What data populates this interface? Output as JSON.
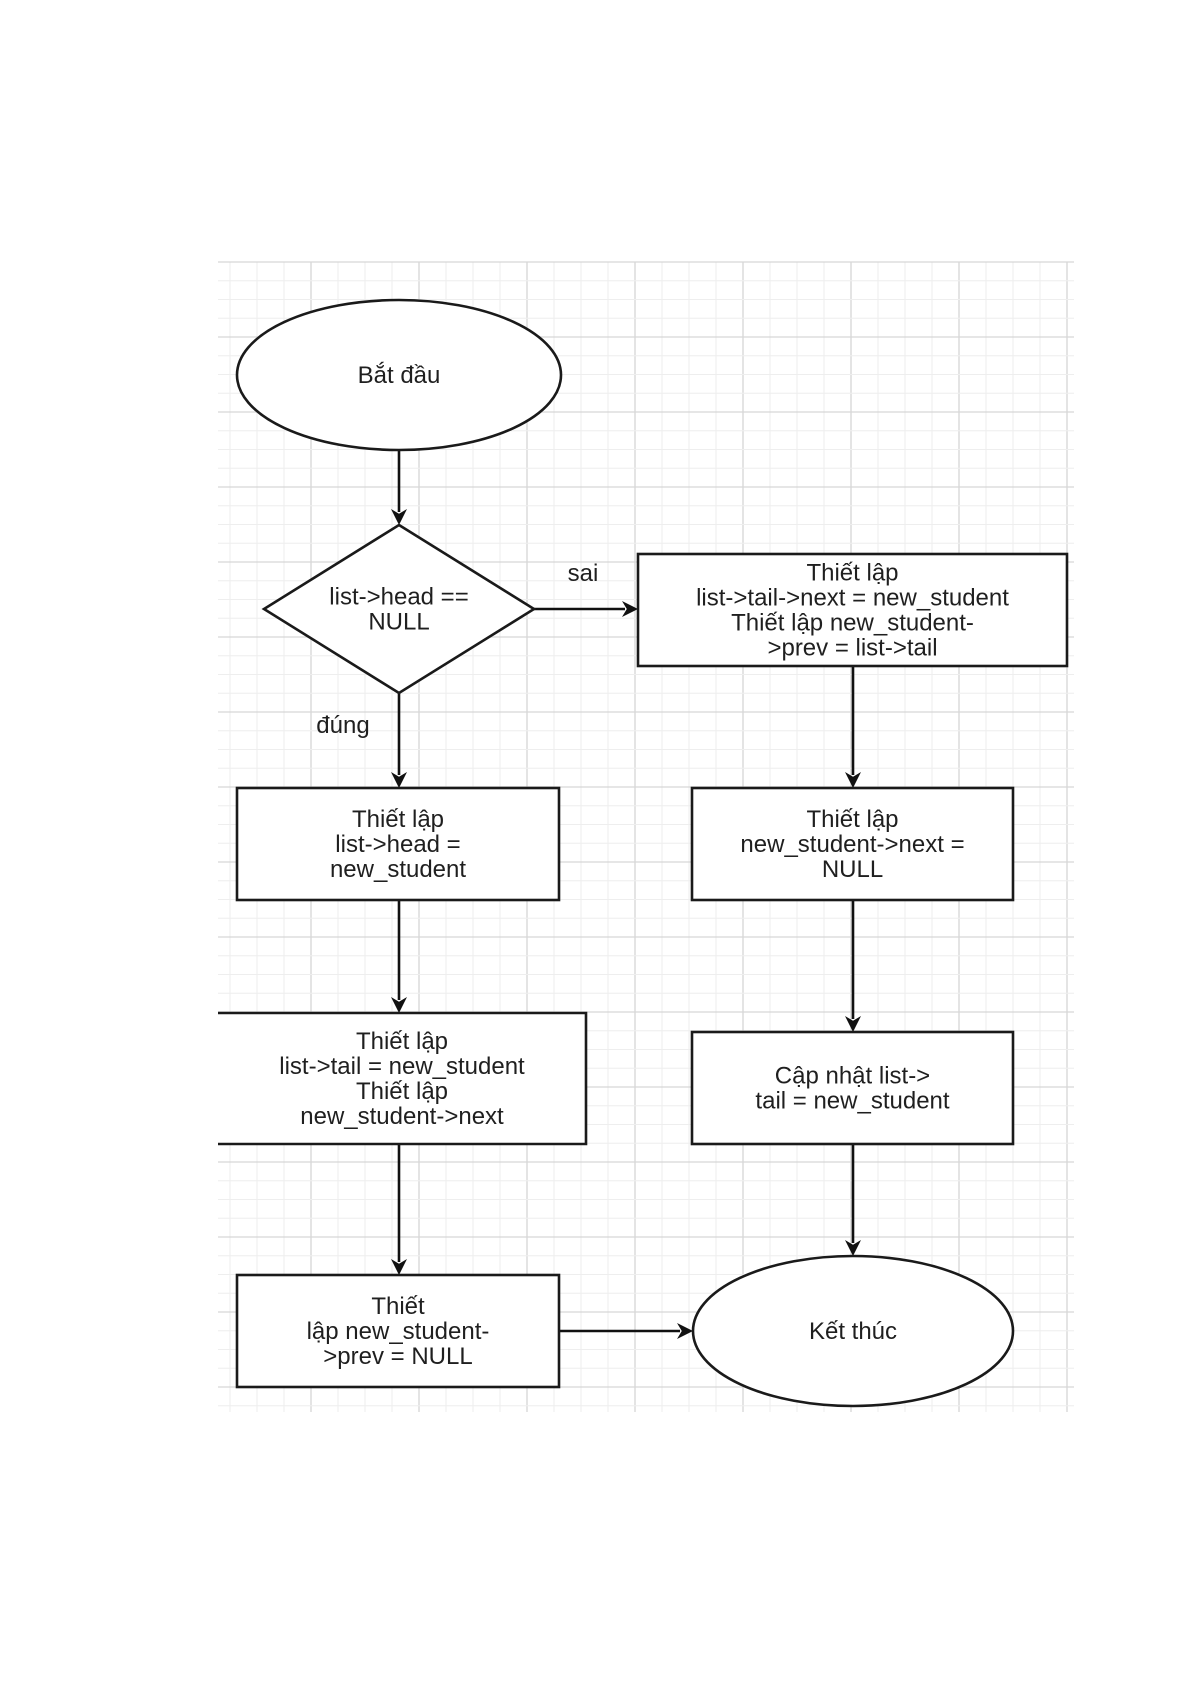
{
  "diagram": {
    "type": "flowchart",
    "nodes": {
      "start": {
        "shape": "ellipse",
        "lines": [
          "Bắt đầu"
        ]
      },
      "decision": {
        "shape": "diamond",
        "lines": [
          "list->head ==",
          "NULL"
        ]
      },
      "false_set_links": {
        "shape": "rect",
        "lines": [
          "Thiết lập",
          "list->tail->next = new_student",
          "Thiết lập new_student-",
          ">prev  = list->tail"
        ]
      },
      "false_set_next_null": {
        "shape": "rect",
        "lines": [
          "Thiết lập",
          "new_student->next =",
          "NULL"
        ]
      },
      "false_update_tail": {
        "shape": "rect",
        "lines": [
          "Cập nhật list->",
          "tail = new_student"
        ]
      },
      "true_set_head": {
        "shape": "rect",
        "lines": [
          "Thiết lập",
          "list->head =",
          "new_student"
        ]
      },
      "true_set_tail": {
        "shape": "rect",
        "lines": [
          "Thiết lập",
          "list->tail = new_student",
          "Thiết lập",
          "new_student->next"
        ]
      },
      "true_set_prev_null": {
        "shape": "rect",
        "lines": [
          "Thiết",
          "lập new_student-",
          ">prev = NULL"
        ]
      },
      "end": {
        "shape": "ellipse",
        "lines": [
          "Kết thúc"
        ]
      }
    },
    "edges": [
      {
        "from": "start",
        "to": "decision",
        "label": ""
      },
      {
        "from": "decision",
        "to": "false_set_links",
        "label": "sai"
      },
      {
        "from": "false_set_links",
        "to": "false_set_next_null",
        "label": ""
      },
      {
        "from": "false_set_next_null",
        "to": "false_update_tail",
        "label": ""
      },
      {
        "from": "false_update_tail",
        "to": "end",
        "label": ""
      },
      {
        "from": "decision",
        "to": "true_set_head",
        "label": "đúng"
      },
      {
        "from": "true_set_head",
        "to": "true_set_tail",
        "label": ""
      },
      {
        "from": "true_set_tail",
        "to": "true_set_prev_null",
        "label": ""
      },
      {
        "from": "true_set_prev_null",
        "to": "end",
        "label": ""
      }
    ],
    "labels": {
      "false_branch": "sai",
      "true_branch": "đúng"
    }
  }
}
